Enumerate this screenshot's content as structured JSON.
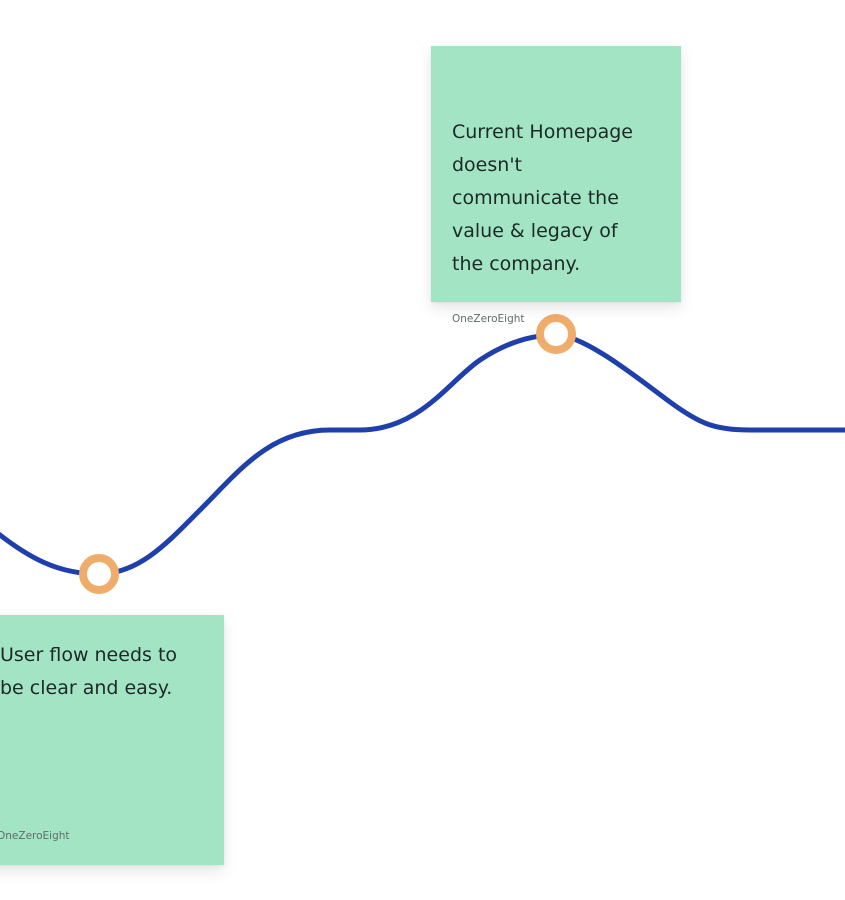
{
  "colors": {
    "line": "#1f3fac",
    "marker": "#efac6a",
    "marker_fill": "#ffffff",
    "sticky": "#a2e4c4",
    "text": "#1b2a25",
    "author": "#5f6d68"
  },
  "notes": [
    {
      "text": "Current Homepage\ndoesn't\ncommunicate the\nvalue & legacy of\nthe company.",
      "author": "OneZeroEight"
    },
    {
      "text": "User flow needs to\nbe clear and easy.",
      "author": "OneZeroEight"
    }
  ]
}
